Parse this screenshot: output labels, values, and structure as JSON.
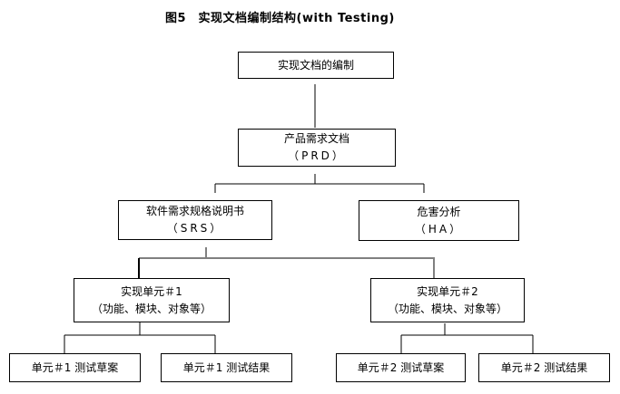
{
  "title": "图5　实现文档编制结构(with Testing)",
  "diagram": {
    "nodes": {
      "root": {
        "label": "实现文档的编制"
      },
      "prd": {
        "line1": "产品需求文档",
        "line2": "（PRD）"
      },
      "srs": {
        "line1": "软件需求规格说明书",
        "line2": "（SRS）"
      },
      "ha": {
        "line1": "危害分析",
        "line2": "（HA）"
      },
      "unit1": {
        "line1": "实现单元＃1",
        "line2": "（功能、模块、对象等）"
      },
      "unit2": {
        "line1": "实现单元＃2",
        "line2": "（功能、模块、对象等）"
      },
      "unit1_test_draft": {
        "label": "单元＃1 测试草案"
      },
      "unit1_test_result": {
        "label": "单元＃1 测试结果"
      },
      "unit2_test_draft": {
        "label": "单元＃2 测试草案"
      },
      "unit2_test_result": {
        "label": "单元＃2 测试结果"
      }
    },
    "edges": [
      {
        "from": "root",
        "to": "prd"
      },
      {
        "from": "prd",
        "to": "srs"
      },
      {
        "from": "prd",
        "to": "ha"
      },
      {
        "from": "srs",
        "to": "unit1"
      },
      {
        "from": "srs",
        "to": "unit2"
      },
      {
        "from": "unit1",
        "to": "unit1_test_draft"
      },
      {
        "from": "unit1",
        "to": "unit1_test_result"
      },
      {
        "from": "unit2",
        "to": "unit2_test_draft"
      },
      {
        "from": "unit2",
        "to": "unit2_test_result"
      }
    ],
    "colors": {
      "line_black": "#000000",
      "line_gray": "#808080",
      "background": "#ffffff",
      "text": "#000000"
    }
  }
}
